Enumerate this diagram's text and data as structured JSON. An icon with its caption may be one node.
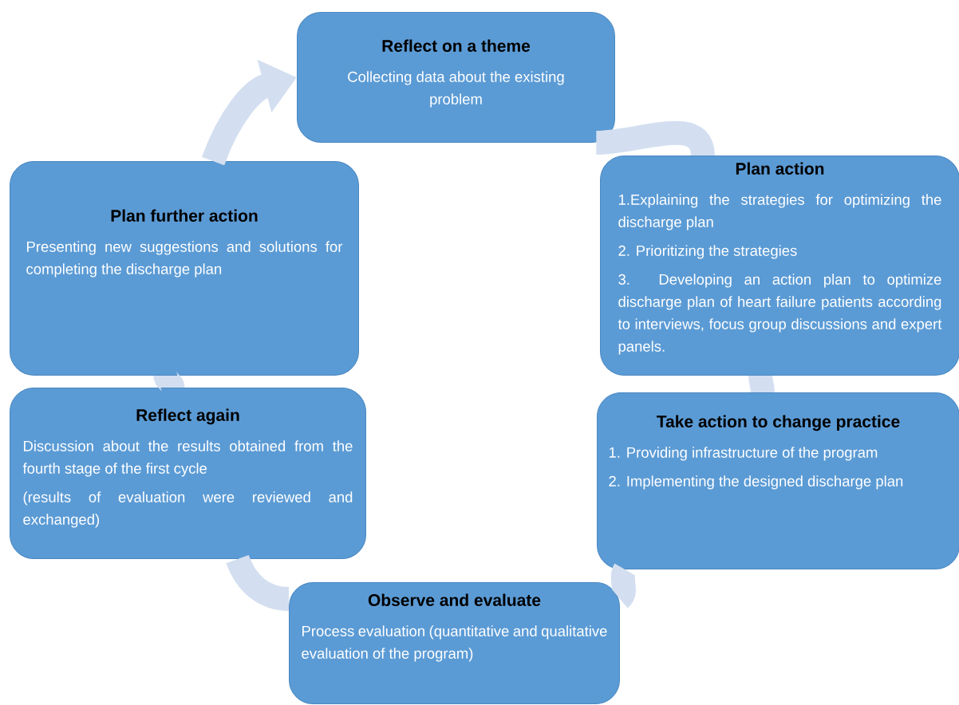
{
  "diagram": {
    "nodes": [
      {
        "text": [
          "Reflect on a theme",
          "Collecting data about the existing problem"
        ]
      },
      {
        "text": [
          "Plan action",
          "1.Explaining the strategies for optimizing the discharge plan",
          "2. Prioritizing the strategies",
          "3. Developing an action plan to optimize discharge plan of heart failure patients according to interviews, focus group discussions and expert panels."
        ]
      },
      {
        "text": [
          "Take action to change practice",
          "1. Providing infrastructure of the program",
          "2. Implementing the designed discharge plan"
        ]
      },
      {
        "text": [
          "Observe and evaluate",
          "Process evaluation (quantitative and qualitative evaluation of the program)"
        ]
      },
      {
        "text": [
          "Reflect again",
          "Discussion about the results obtained from the fourth stage of the first cycle",
          "(results of evaluation were reviewed and exchanged)"
        ]
      },
      {
        "text": [
          "Plan further action",
          "Presenting new suggestions and solutions for completing the discharge plan"
        ]
      }
    ],
    "edges": [
      {
        "from": 0,
        "to": 1,
        "arrow": "none"
      },
      {
        "from": 1,
        "to": 2,
        "arrow": "none"
      },
      {
        "from": 2,
        "to": 3,
        "arrow": "none"
      },
      {
        "from": 3,
        "to": 4,
        "arrow": "none"
      },
      {
        "from": 4,
        "to": 5,
        "arrow": "none"
      },
      {
        "from": 5,
        "to": 0,
        "arrow": "to"
      }
    ]
  }
}
